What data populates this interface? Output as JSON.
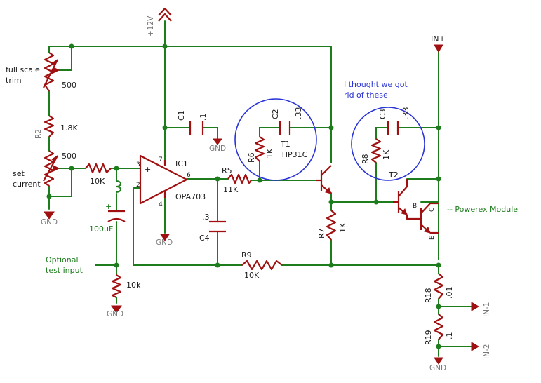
{
  "rails": {
    "supply": "+12V",
    "in_plus": "IN+",
    "in_minus_1": "IN-1",
    "in_minus_2": "IN-2",
    "gnd": "GND"
  },
  "labels": {
    "full_scale_trim_1": "full scale",
    "full_scale_trim_2": "trim",
    "set_current_1": "set",
    "set_current_2": "current",
    "optional_test_1": "Optional",
    "optional_test_2": "test input",
    "note_1": "I thought we got",
    "note_2": "rid of these",
    "powerex": "-- Powerex Module"
  },
  "components": {
    "trim_top_value": "500",
    "r2_name": "R2",
    "r2_value": "1.8K",
    "pot2_value": "500",
    "r_in_value": "10K",
    "cap_100u": "100uF",
    "r_test_value": "10k",
    "ic1_name": "IC1",
    "ic1_part": "OPA703",
    "ic_pin_3": "3",
    "ic_pin_2": "2",
    "ic_pin_7": "7",
    "ic_pin_4": "4",
    "ic_pin_6": "6",
    "c1_name": "C1",
    "c1_value": ".1",
    "c4_name": "C4",
    "c4_value": ".3",
    "r5_name": "R5",
    "r5_value": "11K",
    "c2_name": "C2",
    "c2_value": ".33",
    "r6_name": "R6",
    "r6_value": "1K",
    "t1_name": "T1",
    "t1_part": "TIP31C",
    "r7_name": "R7",
    "r7_value": "1K",
    "r9_name": "R9",
    "r9_value": "10K",
    "c3_name": "C3",
    "c3_value": ".33",
    "r8_name": "R8",
    "r8_value": "1K",
    "t2_name": "T2",
    "t2_pin_b": "B",
    "t2_pin_c": "C",
    "t2_pin_e": "E",
    "r18_name": "R18",
    "r18_value": ".01",
    "r19_name": "R19",
    "r19_value": ".1"
  },
  "colors": {
    "wire": "#1d7d1d",
    "part": "#a01010",
    "circle": "#2a34d6",
    "text": "#1a1a1a",
    "label_grey": "#777777"
  }
}
